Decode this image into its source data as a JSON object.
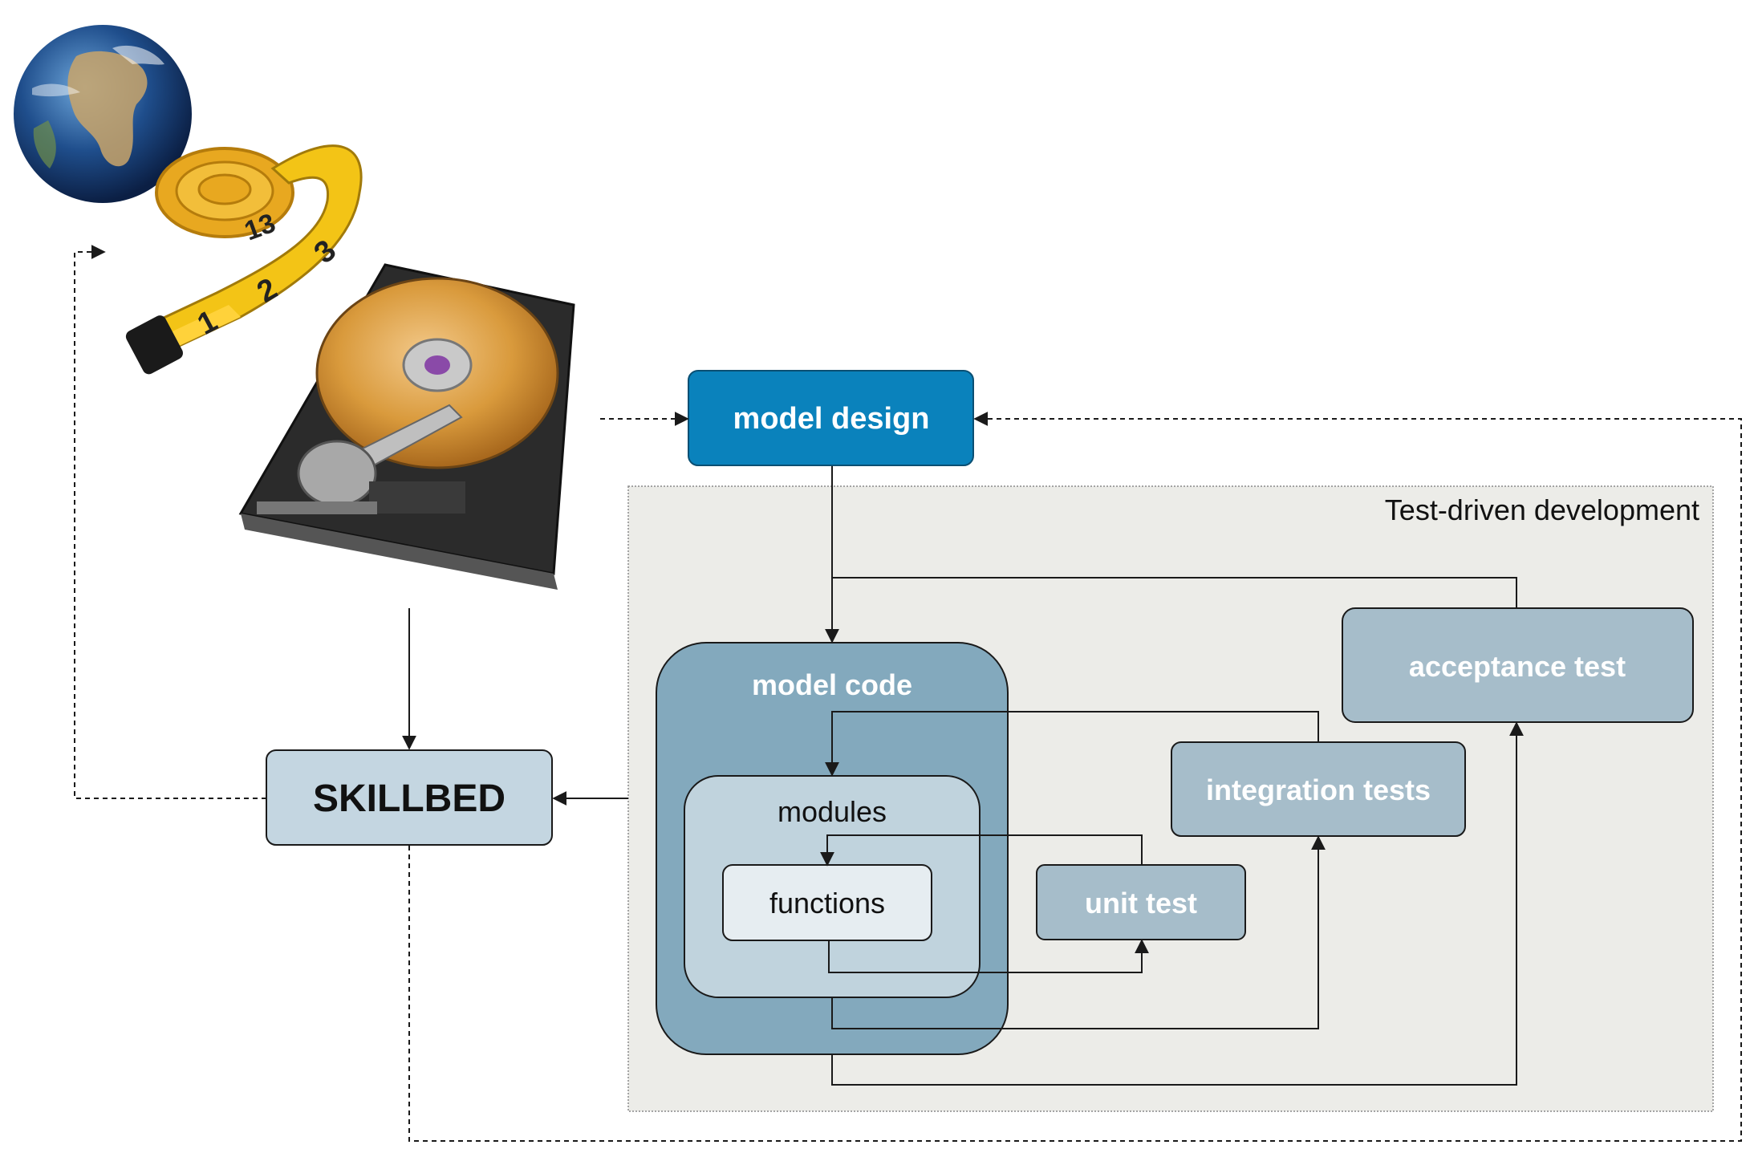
{
  "nodes": {
    "model_design": "model design",
    "tdd_title": "Test-driven development",
    "model_code": "model code",
    "modules": "modules",
    "functions": "functions",
    "unit_test": "unit test",
    "integration_tests": "integration tests",
    "acceptance_test": "acceptance test",
    "skillbed": "SKILLBED"
  },
  "icons": {
    "globe": "globe-icon",
    "tape": "measuring-tape-icon",
    "hdd": "hard-disk-drive-icon"
  },
  "colors": {
    "model_design_fill": "#0a82bc",
    "tdd_panel_fill": "#ecece8",
    "model_code_fill": "#83a9bd",
    "modules_fill": "#c0d3dd",
    "functions_fill": "#e6edf1",
    "test_fill": "#a6bdca",
    "skillbed_fill": "#c4d6e1",
    "line": "#1a1a1a"
  }
}
